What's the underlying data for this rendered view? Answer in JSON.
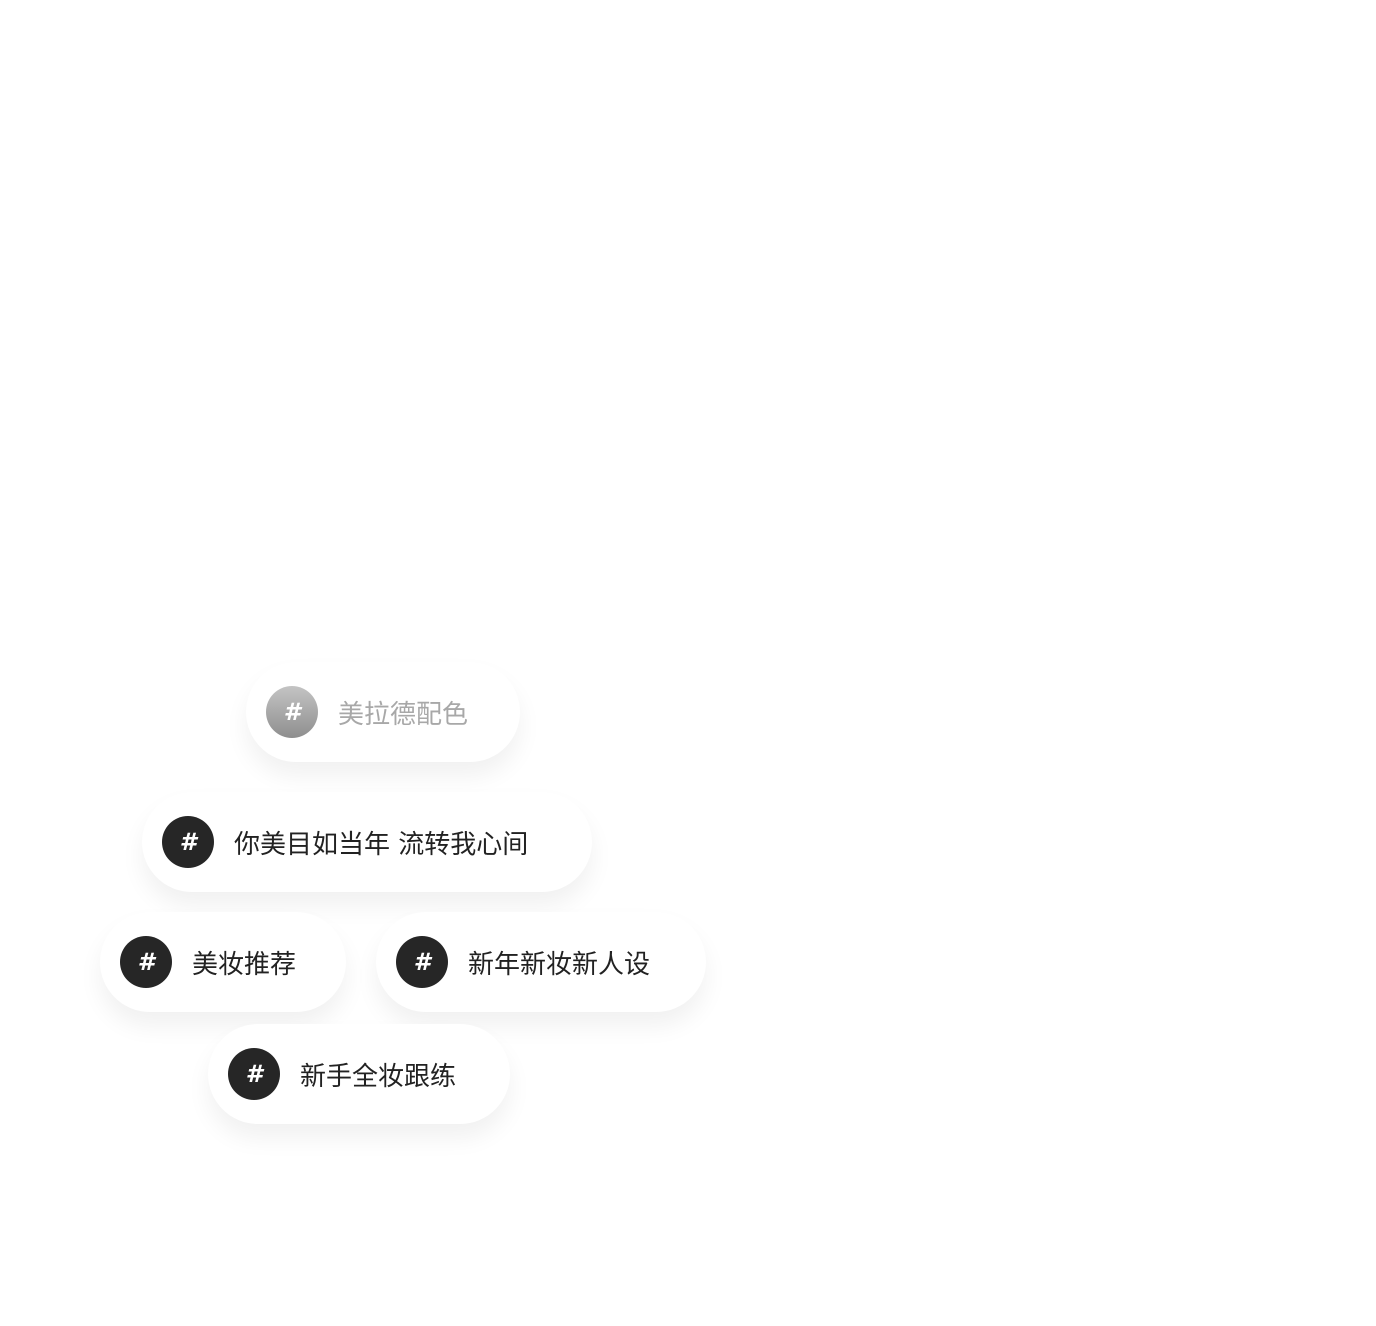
{
  "hash_symbol": "#",
  "tags": [
    {
      "label": "美拉德配色",
      "state": "faded"
    },
    {
      "label": "你美目如当年 流转我心间",
      "state": "normal"
    },
    {
      "label": "美妆推荐",
      "state": "normal"
    },
    {
      "label": "新年新妆新人设",
      "state": "normal"
    },
    {
      "label": "新手全妆跟练",
      "state": "normal"
    }
  ]
}
